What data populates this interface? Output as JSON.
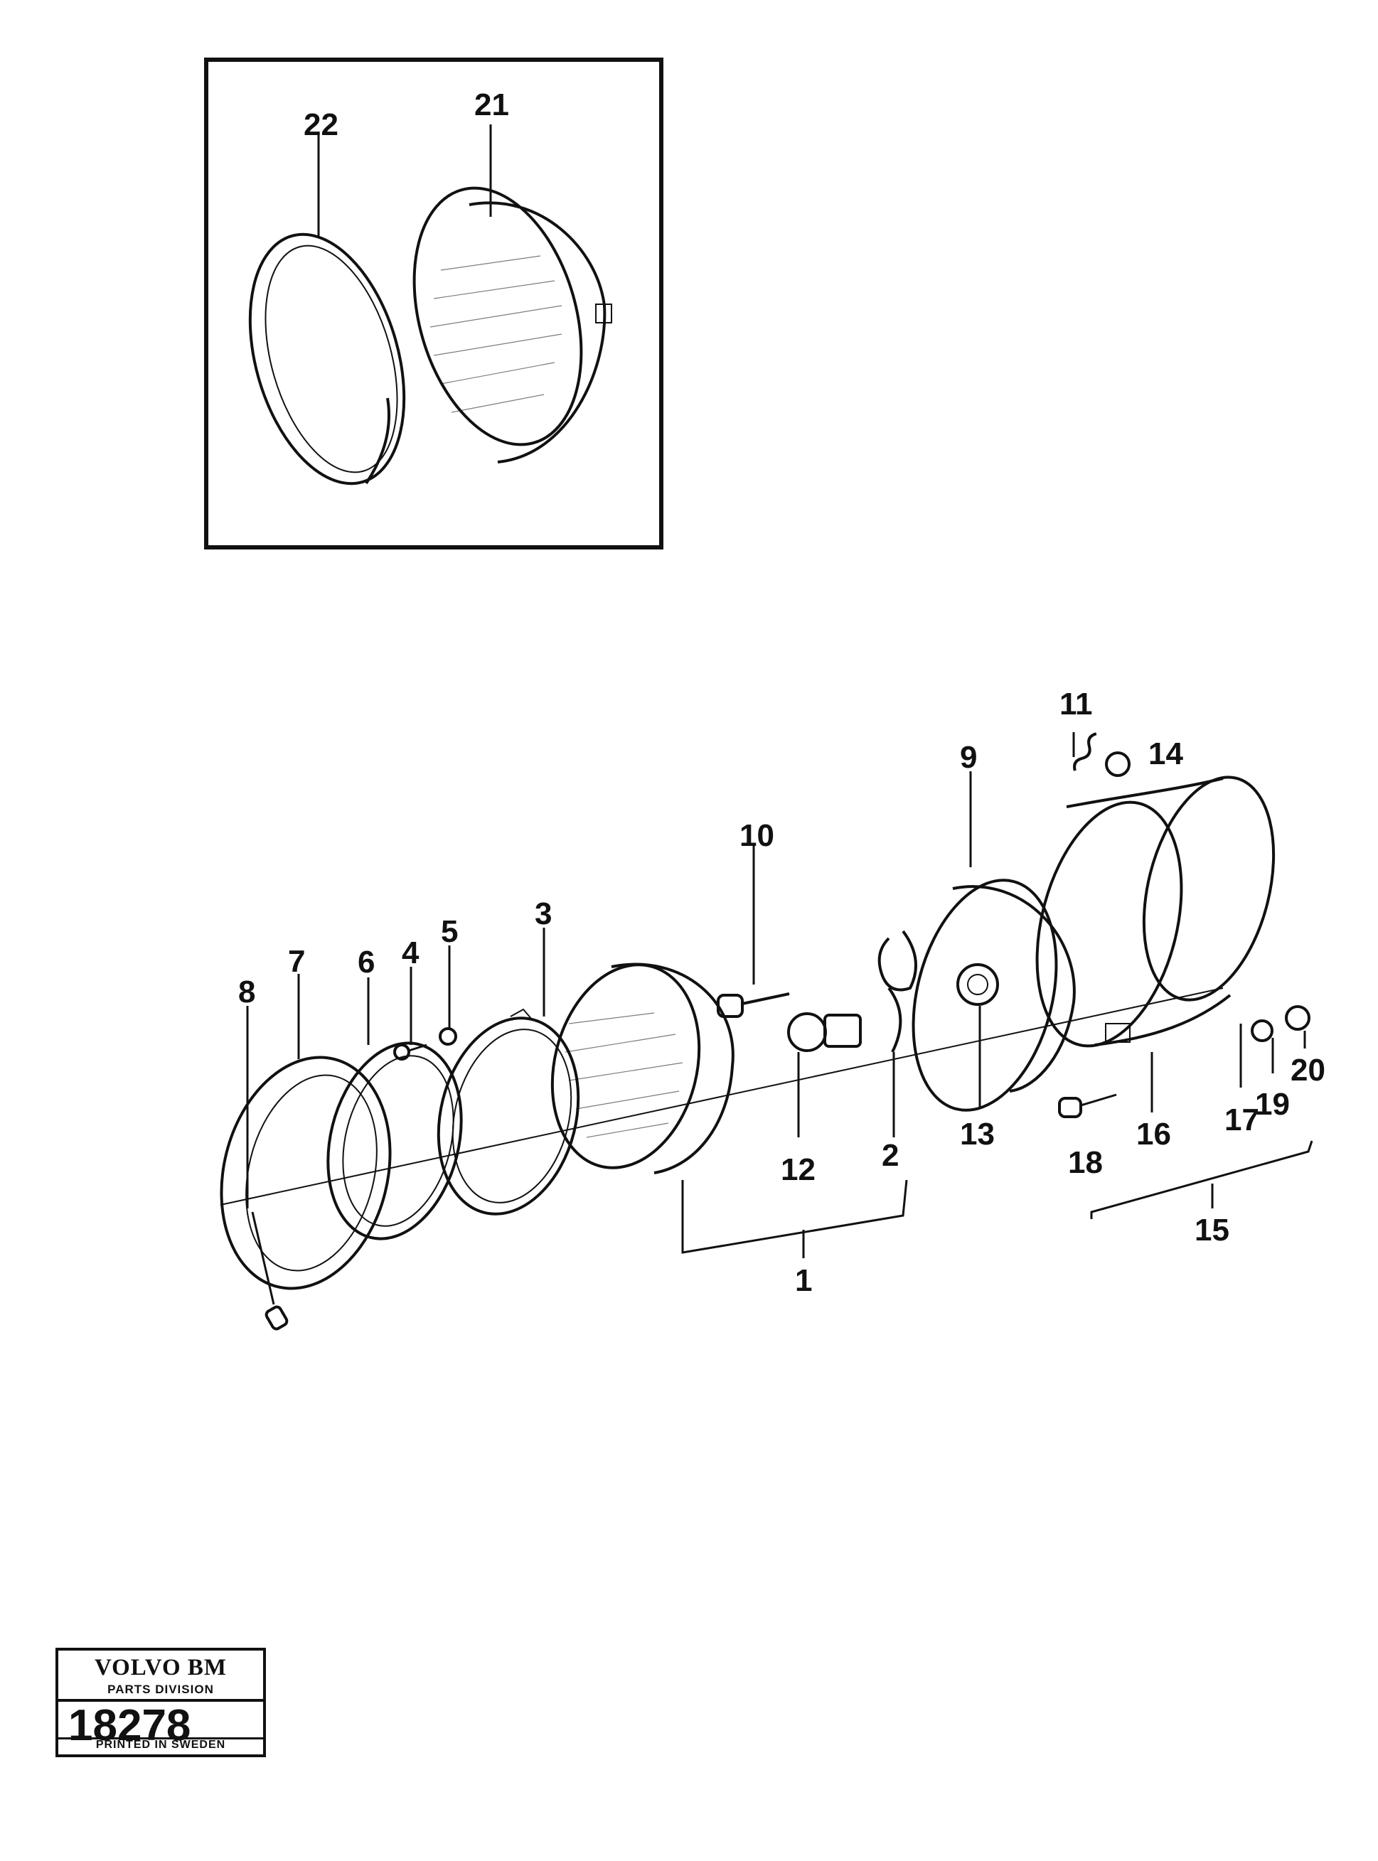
{
  "labels": {
    "p1": "1",
    "p2": "2",
    "p3": "3",
    "p4": "4",
    "p5": "5",
    "p6": "6",
    "p7": "7",
    "p8": "8",
    "p9": "9",
    "p10": "10",
    "p11": "11",
    "p12": "12",
    "p13": "13",
    "p14": "14",
    "p15": "15",
    "p16": "16",
    "p17": "17",
    "p18": "18",
    "p19": "19",
    "p20": "20",
    "p21": "21",
    "p22": "22"
  },
  "title_block": {
    "brand": "VOLVO BM",
    "division": "PARTS DIVISION",
    "number": "18278",
    "footer": "PRINTED IN SWEDEN"
  }
}
